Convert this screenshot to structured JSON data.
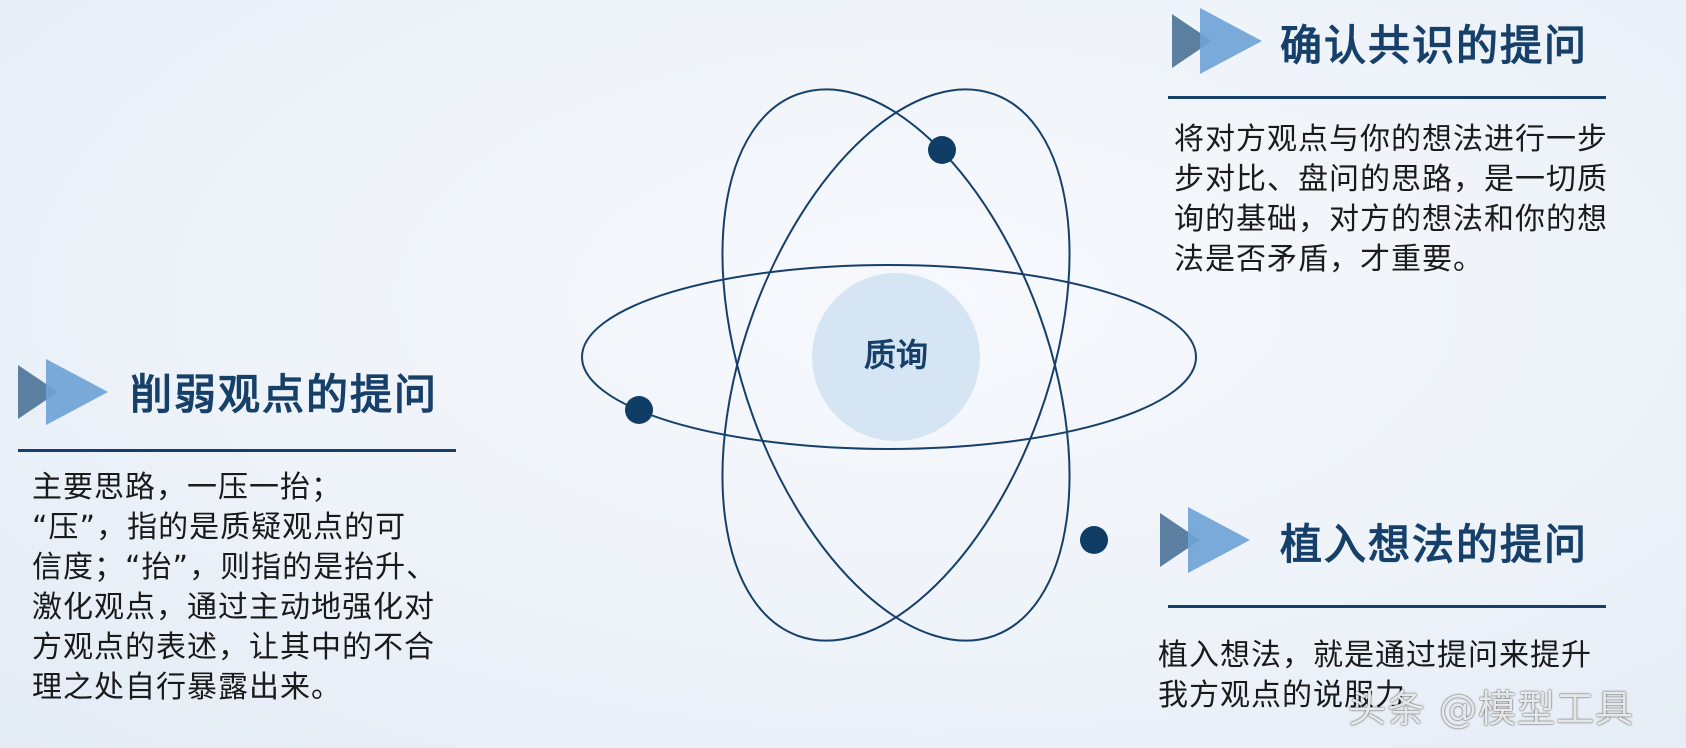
{
  "center": {
    "label": "质询"
  },
  "sections": {
    "consensus": {
      "title": "确认共识的提问",
      "lines": [
        "将对方观点与你的想法进行一步",
        "步对比、盘问的思路，是一切质",
        "询的基础，对方的想法和你的想",
        "法是否矛盾，才重要。"
      ]
    },
    "weaken": {
      "title": "削弱观点的提问",
      "lines": [
        "主要思路，一压一抬；",
        "“压”，指的是质疑观点的可",
        "信度；“抬”，则指的是抬升、",
        "激化观点，通过主动地强化对",
        "方观点的表述，让其中的不合",
        "理之处自行暴露出来。"
      ]
    },
    "implant": {
      "title": "植入想法的提问",
      "lines": [
        "植入想法，就是通过提问来提升",
        "我方观点的说服力"
      ]
    }
  },
  "watermark": "头条 @模型工具",
  "colors": {
    "heading": "#16406a",
    "orbit": "#16406a",
    "nucleus": "#d6e5f3",
    "electron": "#0f3d66",
    "arrow_dark": "#5b7fa0",
    "arrow_light": "#6fa3d6"
  }
}
